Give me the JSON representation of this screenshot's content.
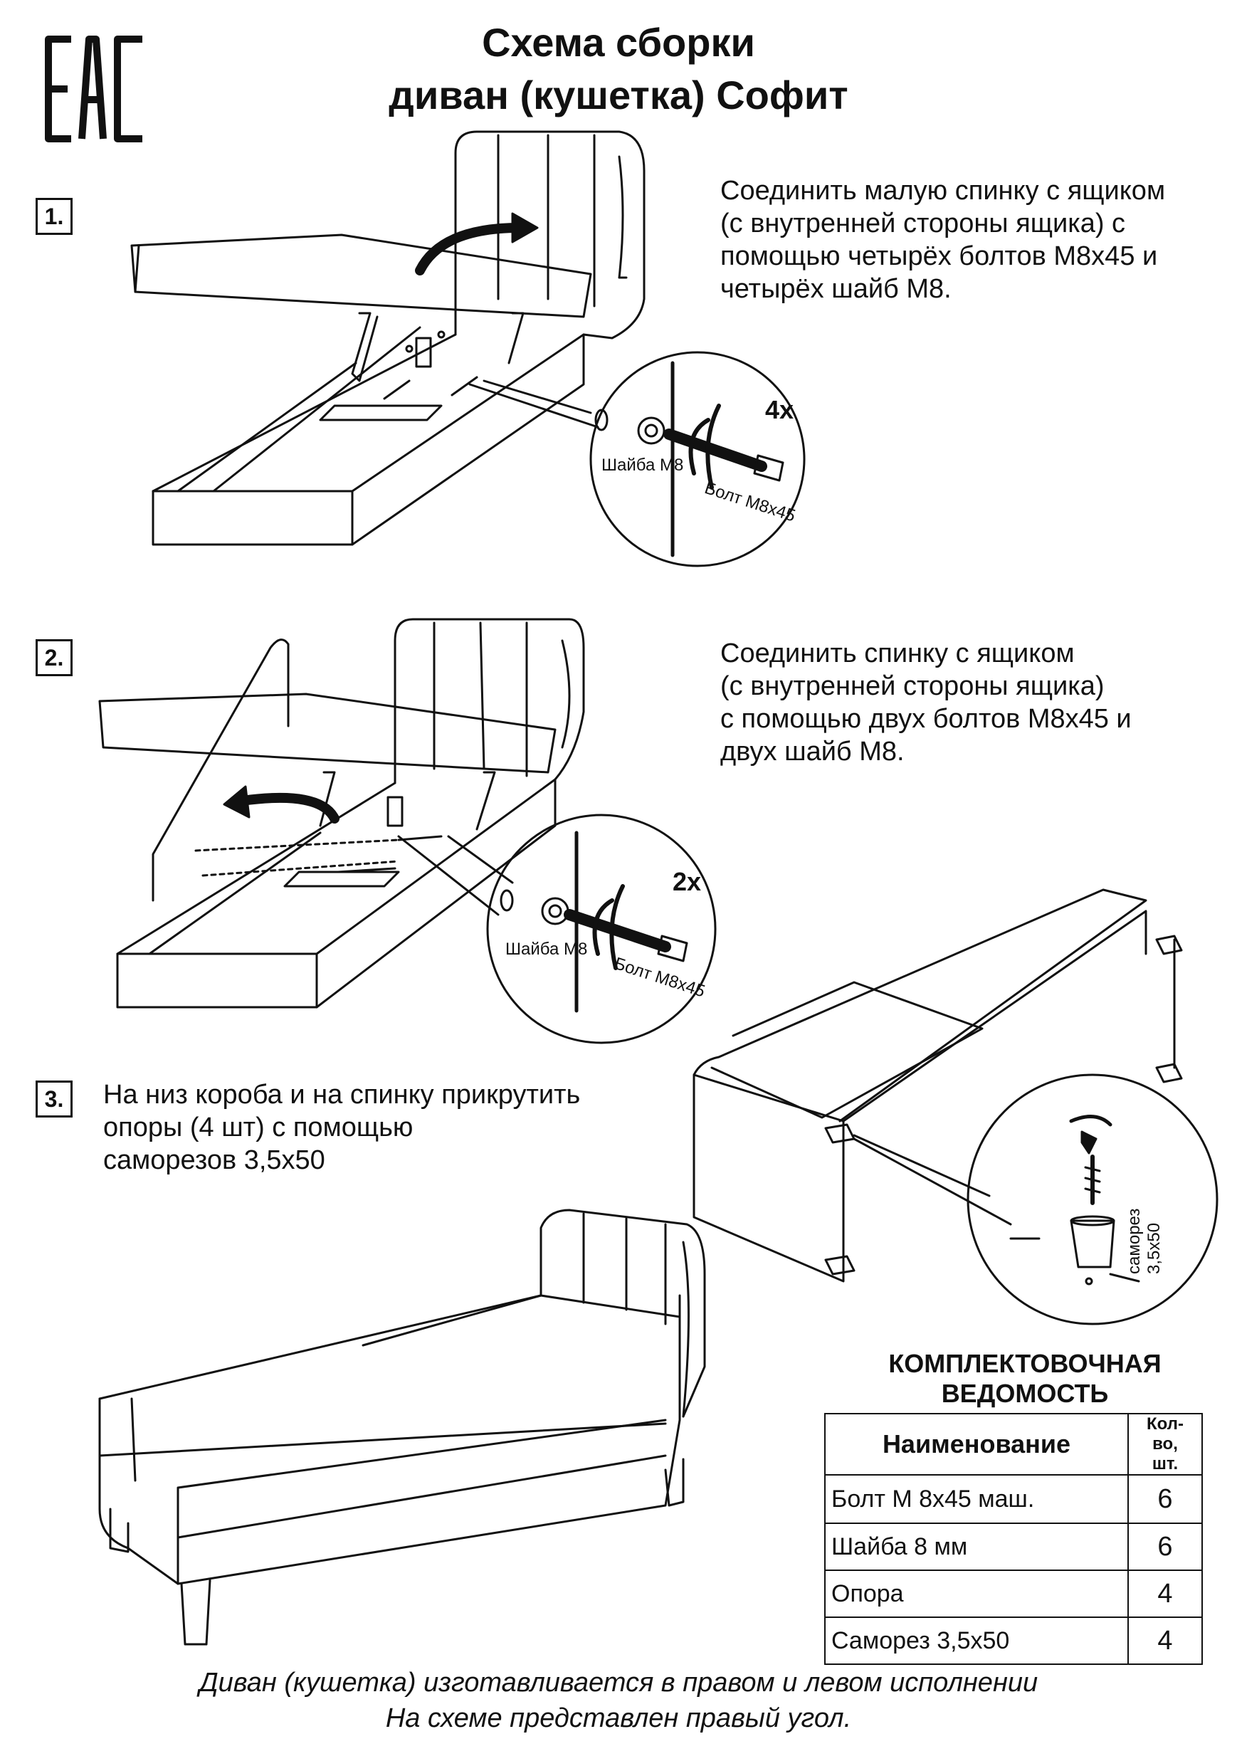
{
  "logo": {
    "text": "EAC"
  },
  "header": {
    "title_line1": "Схема сборки",
    "title_line2": "диван (кушетка) Софит"
  },
  "steps": [
    {
      "number": "1.",
      "text": "Соединить малую спинку с ящиком\n(с внутренней стороны ящика) с\nпомощью четырёх болтов М8х45 и\nчетырёх шайб М8.",
      "washer_label": "Шайба М8",
      "bolt_label": "Болт М8х45",
      "multiplier": "4x"
    },
    {
      "number": "2.",
      "text": "Соединить спинку с ящиком\n(с внутренней стороны ящика)\nс помощью двух болтов М8х45 и\nдвух шайб М8.",
      "washer_label": "Шайба М8",
      "bolt_label": "Болт М8х45",
      "multiplier": "2x"
    },
    {
      "number": "3.",
      "text": "На низ короба и на спинку прикрутить\nопоры (4 шт) с помощью\nсаморезов 3,5х50",
      "screw_label": "саморез 3,5х50"
    }
  ],
  "parts_sheet": {
    "title_line1": "КОМПЛЕКТОВОЧНАЯ",
    "title_line2": "ВЕДОМОСТЬ",
    "col_name": "Наименование",
    "col_qty": "Кол-во,\nшт.",
    "rows": [
      {
        "name": "Болт М 8х45 маш.",
        "qty": "6"
      },
      {
        "name": "Шайба 8 мм",
        "qty": "6"
      },
      {
        "name": "Опора",
        "qty": "4"
      },
      {
        "name": "Саморез 3,5х50",
        "qty": "4"
      }
    ]
  },
  "footer": {
    "line1": "Диван (кушетка) изготавливается в правом и левом исполнении",
    "line2": "На схеме представлен правый угол."
  }
}
